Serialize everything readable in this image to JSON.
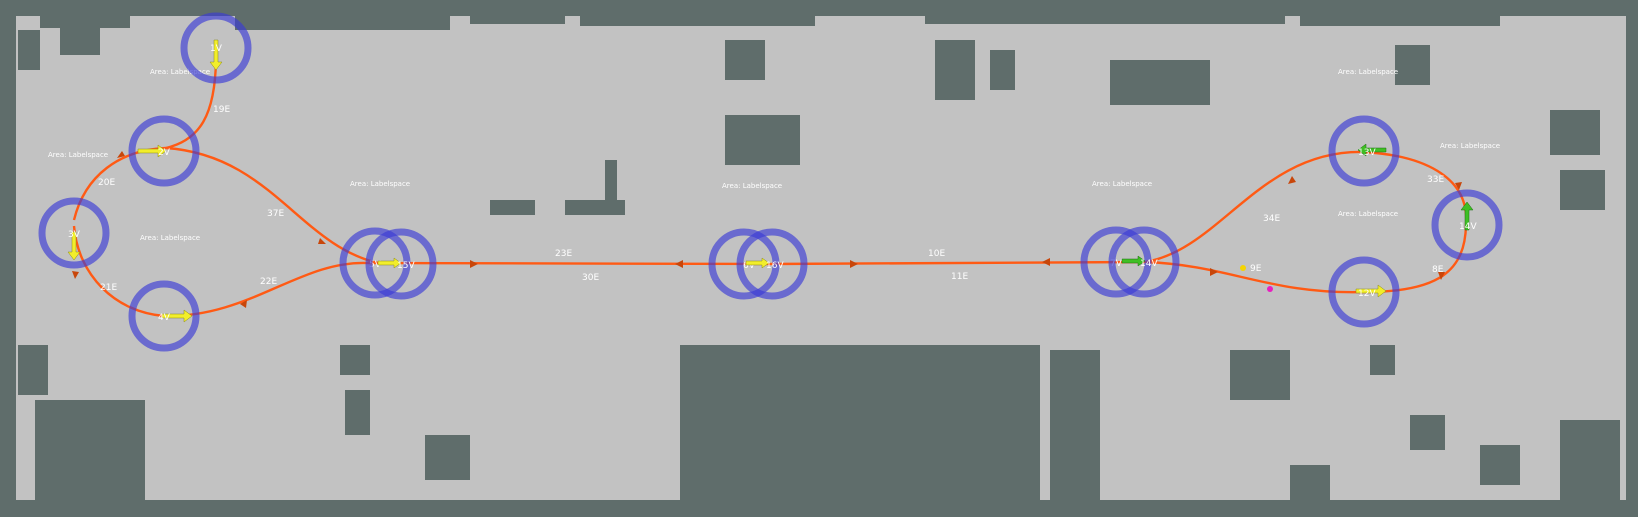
{
  "colors": {
    "background": "#5f6d6b",
    "floor": "#c2c2c2",
    "obstacle": "#5f6d6b",
    "edge": "#ff5a14",
    "node_ring": "#3a3ad6",
    "node_arrow": "#f2ee2a",
    "node_arrow_green": "#3fbf24"
  },
  "vertices": [
    "1V",
    "2V",
    "3V",
    "4V",
    "5V",
    "6V",
    "7V",
    "12V",
    "13V",
    "14V",
    "15V",
    "16V",
    "17V"
  ],
  "edges": [
    "19E",
    "20E",
    "21E",
    "22E",
    "23E",
    "30E",
    "37E",
    "10E",
    "11E",
    "8E",
    "9E",
    "33E",
    "34E"
  ],
  "areas": [
    "Area: Labelspace",
    "Area: Labelspace",
    "Area: Labelspace",
    "Area: Labelspace",
    "Area: Labelspace",
    "Area: Labelspace",
    "Area: Labelspace",
    "Area: Labelspace",
    "Area: Labelspace"
  ],
  "icons": {
    "node": "circle-node-icon",
    "direction": "direction-arrow-icon",
    "point": "dot-marker-icon"
  }
}
